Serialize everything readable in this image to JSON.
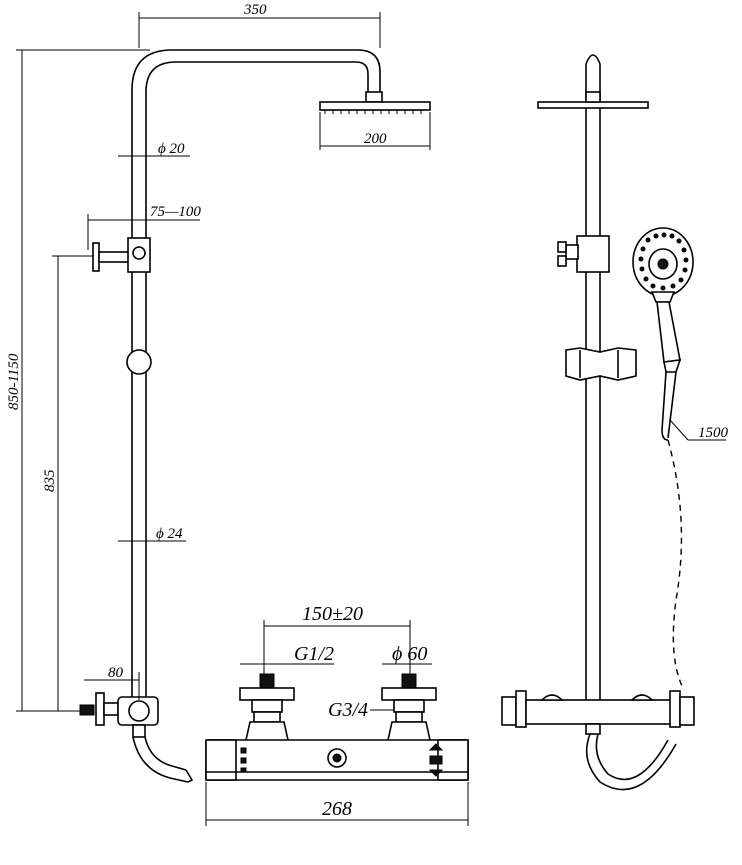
{
  "dimensions": {
    "arm_length": "350",
    "head_width": "200",
    "pipe_upper_dia": "ϕ 20",
    "bracket_offset": "75—100",
    "total_height": "850-1150",
    "outlet_height": "835",
    "pipe_lower_dia": "ϕ 24",
    "wall_offset": "80",
    "hose_length": "1500",
    "centers": "150±20",
    "inlet_thread": "G1/2",
    "flange_dia": "ϕ 60",
    "outlet_thread": "G3/4",
    "mixer_width": "268"
  }
}
